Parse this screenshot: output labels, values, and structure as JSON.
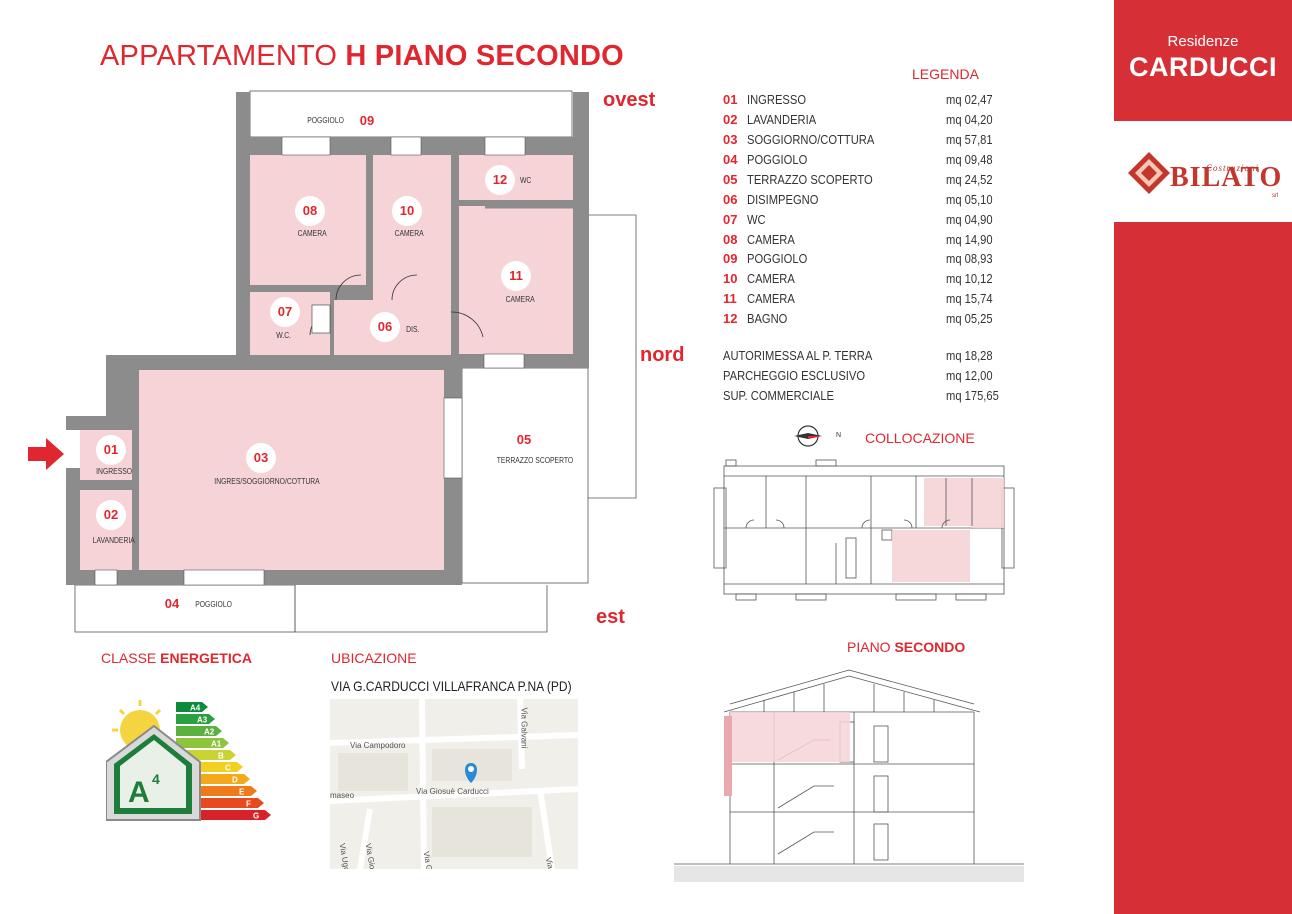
{
  "title": {
    "prefix": "APPARTAMENTO ",
    "bold": "H PIANO SECONDO"
  },
  "directions": {
    "west": "ovest",
    "north": "nord",
    "east": "est"
  },
  "brand": {
    "line1": "Residenze",
    "line2": "CARDUCCI"
  },
  "logo": {
    "name": "BILATO",
    "sub": "Costruzioni",
    "srl": "srl"
  },
  "legend": {
    "title": "LEGENDA",
    "rows": [
      {
        "num": "01",
        "name": "INGRESSO",
        "size": "mq 02,47"
      },
      {
        "num": "02",
        "name": "LAVANDERIA",
        "size": "mq 04,20"
      },
      {
        "num": "03",
        "name": "SOGGIORNO/COTTURA",
        "size": "mq 57,81"
      },
      {
        "num": "04",
        "name": "POGGIOLO",
        "size": "mq 09,48"
      },
      {
        "num": "05",
        "name": "TERRAZZO SCOPERTO",
        "size": "mq 24,52"
      },
      {
        "num": "06",
        "name": "DISIMPEGNO",
        "size": "mq 05,10"
      },
      {
        "num": "07",
        "name": "WC",
        "size": "mq 04,90"
      },
      {
        "num": "08",
        "name": "CAMERA",
        "size": "mq 14,90"
      },
      {
        "num": "09",
        "name": "POGGIOLO",
        "size": "mq 08,93"
      },
      {
        "num": "10",
        "name": "CAMERA",
        "size": "mq 10,12"
      },
      {
        "num": "11",
        "name": "CAMERA",
        "size": "mq 15,74"
      },
      {
        "num": "12",
        "name": "BAGNO",
        "size": "mq 05,25"
      }
    ],
    "extras": [
      {
        "name": "AUTORIMESSA AL P. TERRA",
        "size": "mq 18,28"
      },
      {
        "name": "PARCHEGGIO ESCLUSIVO",
        "size": "mq  12,00"
      },
      {
        "name": "SUP. COMMERCIALE",
        "size": "mq 175,65"
      }
    ]
  },
  "plan": {
    "rooms": [
      {
        "num": "01",
        "label": "INGRESSO"
      },
      {
        "num": "02",
        "label": "LAVANDERIA"
      },
      {
        "num": "03",
        "label": "INGRES/SOGGIORNO/COTTURA"
      },
      {
        "num": "04",
        "label": "POGGIOLO"
      },
      {
        "num": "05",
        "label": "TERRAZZO SCOPERTO"
      },
      {
        "num": "06",
        "label": "DIS."
      },
      {
        "num": "07",
        "label": "W.C."
      },
      {
        "num": "08",
        "label": "CAMERA"
      },
      {
        "num": "09",
        "label": "POGGIOLO"
      },
      {
        "num": "10",
        "label": "CAMERA"
      },
      {
        "num": "11",
        "label": "CAMERA"
      },
      {
        "num": "12",
        "label": "WC"
      }
    ]
  },
  "sections": {
    "collocazione": "COLLOCAZIONE",
    "compass_n": "N",
    "piano_prefix": "PIANO ",
    "piano_bold": "SECONDO",
    "classe_prefix": "CLASSE ",
    "classe_bold": "ENERGETICA",
    "ubicazione": "UBICAZIONE",
    "address": "VIA G.CARDUCCI VILLAFRANCA P.NA  (PD)"
  },
  "energy": {
    "class_label": "A",
    "class_sup": "4",
    "scale": [
      "A4",
      "A3",
      "A2",
      "A1",
      "B",
      "C",
      "D",
      "E",
      "F",
      "G"
    ],
    "colors": [
      "#0a8a3a",
      "#2aa040",
      "#5cb040",
      "#8cc43c",
      "#c8d434",
      "#f0d020",
      "#f4a81c",
      "#ee7a1c",
      "#e84a20",
      "#d8222a"
    ]
  },
  "map": {
    "streets": [
      "Via Campodoro",
      "Via Giosuè Carducci",
      "maseo",
      "Via Giovanni",
      "Via Ugo F",
      "Via Giu",
      "Via Galvani",
      "Via"
    ]
  },
  "colors": {
    "accent": "#e0262f",
    "sidebar": "#d62f35",
    "room_fill": "#f6d3d7",
    "wall": "#8c8c8c"
  }
}
